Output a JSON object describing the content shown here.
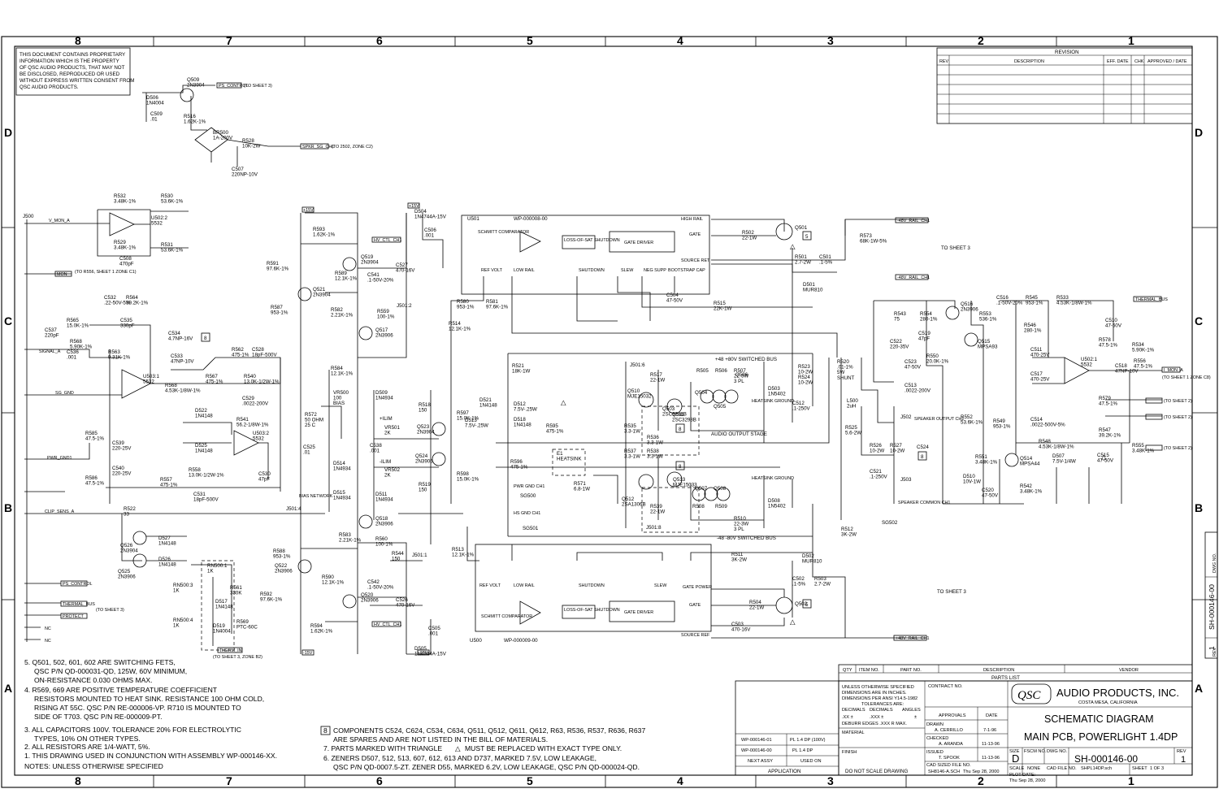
{
  "sheet": {
    "zones_top": [
      "8",
      "7",
      "6",
      "5",
      "4",
      "3",
      "2",
      "1"
    ],
    "zones_side": [
      "D",
      "C",
      "B",
      "A"
    ],
    "proprietary_notice": [
      "THIS DOCUMENT CONTAINS PROPRIETARY",
      "INFORMATION WHICH IS THE PROPERTY",
      "OF QSC AUDIO PRODUCTS, THAT MAY NOT",
      "BE DISCLOSED, REPRODUCED OR USED",
      "WITHOUT EXPRESS WRITTEN CONSENT FROM",
      "QSC AUDIO PRODUCTS."
    ],
    "side_tab": {
      "number": "SH-000146-00",
      "rev": "1",
      "dwg": "DWG NO.",
      "rev_label": "REV"
    }
  },
  "revision": {
    "title": "REVISION",
    "columns": [
      "REV",
      "DESCRIPTION",
      "EFF. DATE",
      "CHK",
      "APPROVED / DATE"
    ]
  },
  "components": {
    "D506": [
      "D506",
      "1N4004"
    ],
    "Q509": [
      "Q509",
      "2N3904"
    ],
    "C509": [
      "C509",
      ".01"
    ],
    "R516": [
      "R516",
      "1.62K-1%"
    ],
    "BR500": [
      "BR500",
      "1A-200V"
    ],
    "R528": [
      "R528",
      "10K-2W"
    ],
    "C507": [
      "C507",
      "220NP-10V"
    ],
    "R532": [
      "R532",
      "3.48K-1%"
    ],
    "R530": [
      "R530",
      "53.6K-1%"
    ],
    "U502_2": [
      "U502:2",
      "5532"
    ],
    "R529": [
      "R529",
      "3.48K-1%"
    ],
    "R531": [
      "R531",
      "53.6K-1%"
    ],
    "C508": [
      "C508",
      "470pF"
    ],
    "J500": [
      "J500"
    ],
    "R593": [
      "R593",
      "1.62K-1%"
    ],
    "Q519": [
      "Q519",
      "2N3904"
    ],
    "R591": [
      "R591",
      "97.6K-1%"
    ],
    "Q521": [
      "Q521",
      "2N3904"
    ],
    "R587": [
      "R587",
      "953-1%"
    ],
    "R589": [
      "R589",
      "12.1K-1%"
    ],
    "C541": [
      "C541",
      ".1-50V-20%"
    ],
    "C527": [
      "C527",
      "470-16V"
    ],
    "R582": [
      "R582",
      "2.21K-1%"
    ],
    "R559": [
      "R559",
      "100-1%"
    ],
    "Q517": [
      "Q517",
      "2N3906"
    ],
    "D504": [
      "D504",
      "1N4744A-15V"
    ],
    "C506": [
      "C506",
      ".001"
    ],
    "C532": [
      "C532",
      ".22-50V-5%"
    ],
    "R564": [
      "R564",
      "39.2K-1%"
    ],
    "C535": [
      "C535",
      "330pF"
    ],
    "R565": [
      "R565",
      "15.0K-1%"
    ],
    "C537": [
      "C537",
      "220pF"
    ],
    "R568t": [
      "R568",
      "5.90K-1%"
    ],
    "R563": [
      "R563",
      "9.31K-1%"
    ],
    "C536": [
      "C536",
      ".001"
    ],
    "C534": [
      "C534",
      "4.7NP-16V"
    ],
    "C533": [
      "C533",
      "47NP-10V"
    ],
    "R562": [
      "R562",
      "475-1%"
    ],
    "C528": [
      "C528",
      "18pF-500V"
    ],
    "U503_1": [
      "U503:1",
      "5532"
    ],
    "R568": [
      "R568",
      "4.53K-1/8W-1%"
    ],
    "R567": [
      "R567",
      "475-1%"
    ],
    "R540": [
      "R540",
      "13.0K-1/2W-1%"
    ],
    "C529": [
      "C529",
      ".0022-200V"
    ],
    "R584": [
      "R584",
      "12.1K-1%"
    ],
    "VR500": [
      "VR500",
      "100",
      "BIAS"
    ],
    "R572": [
      "R572",
      "50 OHM",
      "25 C"
    ],
    "R541": [
      "R541",
      "56.2-1/8W-1%"
    ],
    "D522": [
      "D522",
      "1N4148"
    ],
    "D525": [
      "D525",
      "1N4148"
    ],
    "U503_2": [
      "U503:2",
      "5532"
    ],
    "C530": [
      "C530",
      "47pF"
    ],
    "R585": [
      "R585",
      "47.5-1%"
    ],
    "C539": [
      "C539",
      "220-25V"
    ],
    "C540": [
      "C540",
      "220-25V"
    ],
    "R586": [
      "R586",
      "47.5-1%"
    ],
    "R557": [
      "R557",
      "475-1%"
    ],
    "R558": [
      "R558",
      "13.0K-1/2W-1%"
    ],
    "C531": [
      "C531",
      "18pF-500V"
    ],
    "C525": [
      "C525",
      ".01"
    ],
    "D514": [
      "D514",
      "1N4934"
    ],
    "D515": [
      "D515",
      "1N4934"
    ],
    "R522": [
      "R522",
      "33"
    ],
    "Q526": [
      "Q526",
      "2N3904"
    ],
    "D527": [
      "D527",
      "1N4148"
    ],
    "Q525": [
      "Q525",
      "2N3906"
    ],
    "D526": [
      "D526",
      "1N4148"
    ],
    "RN500_1": [
      "RN500:1",
      "1K"
    ],
    "RN500_3": [
      "RN500:3",
      "1K"
    ],
    "R561": [
      "R561",
      "330K"
    ],
    "D517": [
      "D517",
      "1N4148"
    ],
    "RN500_4": [
      "RN500:4",
      "1K"
    ],
    "D519": [
      "D519",
      "1N4004"
    ],
    "R569": [
      "R569",
      "PTC-60C"
    ],
    "R588": [
      "R588",
      "953-1%"
    ],
    "Q522": [
      "Q522",
      "2N3906"
    ],
    "R592": [
      "R592",
      "97.6K-1%"
    ],
    "R594": [
      "R594",
      "1.62K-1%"
    ],
    "R583": [
      "R583",
      "2.21K-1%"
    ],
    "R560": [
      "R560",
      "100-1%"
    ],
    "Q518": [
      "Q518",
      "2N3906"
    ],
    "R544": [
      "R544",
      "150"
    ],
    "R590": [
      "R590",
      "12.1K-1%"
    ],
    "C542": [
      "C542",
      ".1-50V-20%"
    ],
    "Q520": [
      "Q520",
      "2N3906"
    ],
    "C526": [
      "C526",
      "470-16V"
    ],
    "C505": [
      "C505",
      ".001"
    ],
    "D505": [
      "D505",
      "1N4744A-15V"
    ],
    "D509": [
      "D509",
      "1N4934"
    ],
    "VR501": [
      "VR501",
      "2K"
    ],
    "VR502": [
      "VR502",
      "2K"
    ],
    "C538": [
      "C538",
      ".001"
    ],
    "D511": [
      "D511",
      "1N4934"
    ],
    "R518": [
      "R518",
      "150"
    ],
    "R519": [
      "R519",
      "150"
    ],
    "Q523": [
      "Q523",
      "2N3904"
    ],
    "Q524": [
      "Q524",
      "2N3906"
    ],
    "R597": [
      "R597",
      "15.0K-1%"
    ],
    "R598": [
      "R598",
      "15.0K-1%"
    ],
    "D513": [
      "D513",
      "7.5V-.25W"
    ],
    "D512": [
      "D512",
      "7.5V-.25W"
    ],
    "D521": [
      "D521",
      "1N4148"
    ],
    "D518": [
      "D518",
      "1N4148"
    ],
    "R521": [
      "R521",
      "18K-1W"
    ],
    "R595": [
      "R595",
      "475-1%"
    ],
    "R596": [
      "R596",
      "475-1%"
    ],
    "E1": [
      "E1",
      "HEATSINK"
    ],
    "R571": [
      "R571",
      "6.8-1W"
    ],
    "R580": [
      "R580",
      "953-1%"
    ],
    "R581": [
      "R581",
      "97.6K-1%"
    ],
    "R514": [
      "R514",
      "12.1K-1%"
    ],
    "R513": [
      "R513",
      "12.1K-1%"
    ],
    "R502": [
      "R502",
      "22-1W"
    ],
    "Q501": [
      "Q501"
    ],
    "R573": [
      "R573",
      "68K-1W-5%"
    ],
    "R501": [
      "R501",
      "2.7-2W"
    ],
    "C501": [
      "C501",
      ".1-5%"
    ],
    "D501": [
      "D501",
      "MUR810"
    ],
    "C504": [
      "C504",
      "47-50V"
    ],
    "R515": [
      "R515",
      "22K-1W"
    ],
    "Q510": [
      "Q510",
      "MJE15032"
    ],
    "Q503": [
      "Q503",
      "2SC3298B"
    ],
    "Q504": [
      "Q504"
    ],
    "Q505": [
      "Q505"
    ],
    "Q506": [
      "Q506"
    ],
    "Q507": [
      "Q507"
    ],
    "Q508": [
      "Q508"
    ],
    "R517": [
      "R517",
      "22-1W"
    ],
    "R505": [
      "R505"
    ],
    "R506": [
      "R506"
    ],
    "R507": [
      "R507",
      "22-3W",
      "3 PL"
    ],
    "Q511": [
      "Q511",
      "2SC3298B"
    ],
    "R535": [
      "R535",
      "3.3-1W"
    ],
    "R536": [
      "R536",
      "3.3-1W"
    ],
    "R537": [
      "R537",
      "3.3-1W"
    ],
    "R538": [
      "R538",
      "3.3-1W"
    ],
    "Q512": [
      "Q512",
      "2SA1306B"
    ],
    "Q513": [
      "Q513",
      "MJE15033"
    ],
    "R539": [
      "R539",
      "22-1W"
    ],
    "R508": [
      "R508"
    ],
    "R509": [
      "R509"
    ],
    "R510": [
      "R510",
      "22-3W",
      "3 PL"
    ],
    "D503": [
      "D503",
      "1N5402"
    ],
    "D508": [
      "D508",
      "1N5402"
    ],
    "R523": [
      "R523",
      "10-2W"
    ],
    "R524t": [
      "R524",
      "10-2W"
    ],
    "C512": [
      "C512",
      ".1-250V"
    ],
    "R520": [
      "R520",
      ".01-1%",
      "5W",
      "SHUNT"
    ],
    "L500": [
      "L500",
      "2uH"
    ],
    "R525": [
      "R525",
      "5.6-2W"
    ],
    "R526": [
      "R526",
      "10-2W"
    ],
    "R527": [
      "R527",
      "10-2W"
    ],
    "C524": [
      "C524"
    ],
    "C521": [
      "C521",
      ".1-250V"
    ],
    "R512": [
      "R512",
      "3K-2W"
    ],
    "R511": [
      "R511",
      "3K-2W"
    ],
    "D502": [
      "D502",
      "MUR810"
    ],
    "C502": [
      "C502",
      ".1-5%"
    ],
    "R503": [
      "R503",
      "2.7-2W"
    ],
    "R504": [
      "R504",
      "22-1W"
    ],
    "Q502": [
      "Q502"
    ],
    "C503": [
      "C503",
      "470-16V"
    ],
    "R543": [
      "R543",
      "75"
    ],
    "R554": [
      "R554",
      "280-1%"
    ],
    "C522": [
      "C522",
      "220-35V"
    ],
    "C519": [
      "C519",
      "47pF"
    ],
    "Q516": [
      "Q516",
      "2N3906"
    ],
    "R553": [
      "R553",
      "536-1%"
    ],
    "Q515": [
      "Q515",
      "MPSA93"
    ],
    "R550": [
      "R550",
      "20.0K-1%"
    ],
    "C523": [
      "C523",
      "47-50V"
    ],
    "C513": [
      "C513",
      ".0022-200V"
    ],
    "R552": [
      "R552",
      "53.6K-1%"
    ],
    "C516": [
      "C516",
      ".1-50V-20%"
    ],
    "R545": [
      "R545",
      "953-1%"
    ],
    "R533": [
      "R533",
      "4.53K-1/8W-1%"
    ],
    "R546": [
      "R546",
      "280-1%"
    ],
    "C511": [
      "C511",
      "470-25V"
    ],
    "C517": [
      "C517",
      "470-25V"
    ],
    "U502_1": [
      "U502:1",
      "5532"
    ],
    "R578": [
      "R578",
      "47.5-1%"
    ],
    "C510": [
      "C510",
      "47-50V"
    ],
    "R534": [
      "R534",
      "5.90K-1%"
    ],
    "R556": [
      "R556",
      "47.5-1%"
    ],
    "C518": [
      "C518",
      "47NP-10V"
    ],
    "R579": [
      "R579",
      "47.5-1%"
    ],
    "R549": [
      "R549",
      "953-1%"
    ],
    "C514": [
      "C514",
      ".0022-500V-5%"
    ],
    "R548": [
      "R548",
      "4.53K-1/8W-1%"
    ],
    "R547": [
      "R547",
      "39.2K-1%"
    ],
    "R555": [
      "R555",
      "3.48K-1%"
    ],
    "R551": [
      "R551",
      "3.48K-1%"
    ],
    "Q514": [
      "Q514",
      "MPSA44"
    ],
    "D507": [
      "D507",
      "7.5V-1/4W"
    ],
    "C515": [
      "C515",
      "47-50V"
    ],
    "D510": [
      "D510",
      "10V-1W"
    ],
    "C520": [
      "C520",
      "47-50V"
    ],
    "R542": [
      "R542",
      "3.48K-1%"
    ]
  },
  "blocks": {
    "U501": "U501",
    "U501_wp": "WP-000008-00",
    "U500": "U500",
    "U500_wp": "WP-000009-00",
    "schmitt": "SCHMITT COMPARATOR",
    "loss": "LOSS-OF-SAT SHUTDOWN",
    "gate": "GATE DRIVER",
    "ref": "REF VOLT",
    "low": "LOW RAIL",
    "shutdown": "SHUTDOWN",
    "slew": "SLEW",
    "neg": "NEG SUPP",
    "boot": "BOOTSTRAP CAP",
    "high": "HIGH RAIL",
    "gate_pin": "GATE",
    "source": "SOURCE RET",
    "gate_power": "GATE POWER",
    "source_ref": "SOURCE REF"
  },
  "rails": {
    "pos": "+48 +80V SWITCHED BUS",
    "neg": "-48 -80V SWITCHED BUS",
    "stage": "AUDIO OUTPUT STAGE",
    "bias_net": "BIAS NETWORK",
    "ilim_p": "+ILIM",
    "ilim_n": "-ILIM",
    "j501_6": "J501:6",
    "j501_8": "J501:8",
    "j501_4": "J501:4",
    "j501_2": "J501:2",
    "j501_1": "J501:1",
    "heatsink_gnd": "HEATSINK GROUND",
    "pwr_gnd": "PWR GND CH1",
    "hs_gnd": "HS GND CH1",
    "sg500": "SG500",
    "sg501": "SG501",
    "sg502": "SG502",
    "j502": "J502",
    "j503": "J503",
    "speaker_out": "SPEAKER OUTPUT CH1",
    "speaker_com": "SPEAKER COMMON CH1",
    "to_sheet3": "TO SHEET 3",
    "to_sheet3b": "TO SHEET 3"
  },
  "offsheet": {
    "ps_control": "PS_CONTROL",
    "to_sheet3": "(TO SHEET 3)",
    "spkr_sig": "SPKR_SG_CH1",
    "to_2502": "(TO 2502, ZONE C2)",
    "v_mon": "V_MON_A",
    "mon": "MON",
    "to_r556": "(TO R556, SHEET 1 ZONE C1)",
    "signal": "SIGNAL_A",
    "sg_gnd": "SG_GND",
    "pwr_gnd1": "PWR_GND1",
    "clip": "CLIP_SENS_A",
    "neg_rail": "-48V_RAIL_CH1",
    "pos_rail": "+48V_RAIL_CH1",
    "hv_ctrl": "HV_CTL_CH1",
    "thermal": "THERMAL_BUS",
    "protect": "PROTECT",
    "ps_ctrl2": "PS_CONTROL",
    "nc1": "NC",
    "nc2": "NC",
    "therm_in": "THERM_IN",
    "to_sheet3z": "(TO SHEET 3, ZONE B2)",
    "mon_a": "I_MON_A",
    "to_sheet1": "(TO SHEET 1 ZONE C8)",
    "thermal2": "THERMAL_BUS",
    "tz1": "(TO SHEET 2)",
    "tz2": "(TO SHEET 2)",
    "tz3": "(TO SHEET 2)",
    "v15": "+15V",
    "vm15": "-15V"
  },
  "notes": {
    "n5": "5. Q501, 502, 601, 602 ARE SWITCHING FETS,",
    "n5b": "QSC P/N QD-000031-QD, 125W, 60V MINIMUM,",
    "n5c": "ON-RESISTANCE 0.030 OHMS MAX.",
    "n4": "4. R569, 669 ARE POSITIVE TEMPERATURE COEFFICIENT",
    "n4b": "RESISTORS MOUNTED TO HEAT SINK. RESISTANCE 100 OHM COLD,",
    "n4c": "RISING AT 55C. QSC P/N RE-000006-VP. R710 IS MOUNTED TO",
    "n4d": "SIDE OF T703. QSC P/N RE-000009-PT.",
    "n3": "3. ALL CAPACITORS 100V. TOLERANCE 20% FOR ELECTROLYTIC",
    "n3b": "TYPES, 10% ON OTHER TYPES.",
    "n2": "2. ALL RESISTORS ARE 1/4-WATT, 5%.",
    "n1": "1. THIS DRAWING USED IN CONJUNCTION WITH ASSEMBLY WP-000146-XX.",
    "nh": "NOTES: UNLESS OTHERWISE SPECIFIED",
    "n8num": "8",
    "n8": "COMPONENTS C524, C624, C534, C634, Q511, Q512, Q611, Q612, R63, R536, R537, R636, R637",
    "n8b": "ARE SPARES AND ARE NOT LISTED IN THE BILL OF MATERIALS.",
    "n7": "7. PARTS MARKED WITH TRIANGLE",
    "n7b": "MUST BE REPLACED WITH EXACT TYPE ONLY.",
    "n6": "6. ZENERS D507, 512, 513, 607, 612, 613 AND D737, MARKED 7.5V, LOW LEAKAGE,",
    "n6b": "QSC P/N QD-0007.5-ZT. ZENER D55, MARKED 6.2V, LOW LEAKAGE, QSC P/N QD-000024-QD."
  },
  "titleblock": {
    "qty": "QTY",
    "item": "ITEM NO.",
    "part": "PART NO.",
    "desc": "DESCRIPTION",
    "vendor": "VENDOR",
    "parts_list": "PARTS LIST",
    "unless": [
      "UNLESS OTHERWISE SPECIFIED",
      "DIMENSIONS ARE IN INCHES.",
      "DIMENSIONS PER ANSI Y14.5-1982",
      "TOLERANCES ARE:"
    ],
    "tol": [
      "DECIMALS",
      "DECIMALS",
      "ANGLES"
    ],
    "tolv": [
      ".XX ±",
      ".XXX ±",
      "±"
    ],
    "deburr": "DEBURR EDGES .XXX R MAX.",
    "material": "MATERIAL",
    "finish": "FINISH",
    "contract": "CONTRACT NO.",
    "approvals": "APPROVALS",
    "date": "DATE",
    "drawn": "DRAWN",
    "drawn_by": "A. CERRILLO",
    "drawn_date": "7-1-96",
    "checked": "CHECKED",
    "checked_by": "A. ARANDA",
    "checked_date": "11-13-96",
    "issued": "ISSUED",
    "issued_by": "T. SPOOK",
    "issued_date": "11-13-96",
    "cad": "CAD SIZED FILE NO.",
    "cad_no": "SH8146-A.SCH",
    "cad_date": "Thu Sep 28, 2000",
    "apps": [
      [
        "WP-000146-01",
        "PL 1.4 DP (100V)"
      ],
      [
        "WP-000146-00",
        "PL 1.4 DP"
      ],
      [
        "NEXT ASSY",
        "USED ON"
      ]
    ],
    "application": "APPLICATION",
    "dns": "DO NOT SCALE DRAWING",
    "company": "AUDIO PRODUCTS, INC.",
    "city": "COSTA MESA, CALIFORNIA",
    "logo": "QSC",
    "title1": "SCHEMATIC DIAGRAM",
    "title2": "MAIN PCB, POWERLIGHT 1.4DP",
    "size_label": "SIZE",
    "size": "D",
    "fscm": "FSCM NO.",
    "dwg_label": "DWG NO.",
    "dwg": "SH-000146-00",
    "rev_label": "REV",
    "rev": "1",
    "scale": "SCALE",
    "scale_v": "NONE",
    "cad_file": "CAD FILE NO.",
    "cad_file_v": "SHPL14DP.sch",
    "sheet": "SHEET",
    "sheet_v": "1 OF 3",
    "plot": "PLOT DATE:",
    "plot_v": "Thu Sep 28, 2000"
  },
  "markers": {
    "five": "5",
    "eight": "8",
    "tri": "△"
  }
}
